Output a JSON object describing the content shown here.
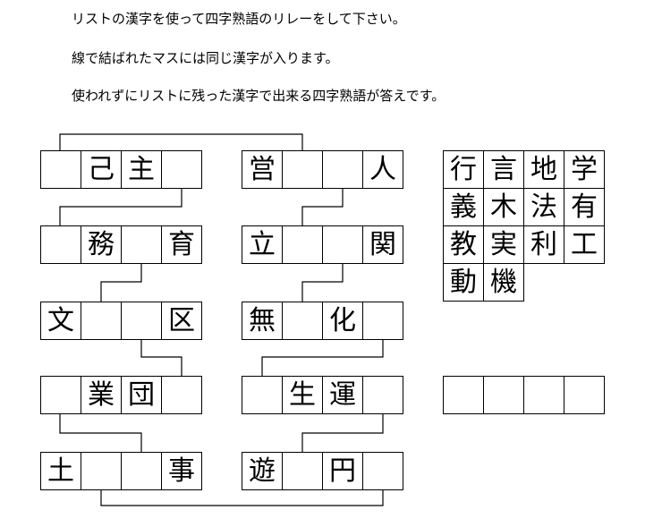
{
  "instructions": [
    "リストの漢字を使って四字熟語のリレーをして下さい。",
    "線で結ばれたマスには同じ漢字が入ります。",
    "使われずにリストに残った漢字で出来る四字熟語が答えです。"
  ],
  "puzzle": {
    "left_column": [
      [
        "",
        "己",
        "主",
        ""
      ],
      [
        "",
        "務",
        "",
        "育"
      ],
      [
        "文",
        "",
        "",
        "区"
      ],
      [
        "",
        "業",
        "団",
        ""
      ],
      [
        "土",
        "",
        "",
        "事"
      ]
    ],
    "right_column": [
      [
        "営",
        "",
        "",
        "人"
      ],
      [
        "立",
        "",
        "",
        "関"
      ],
      [
        "無",
        "",
        "化",
        ""
      ],
      [
        "",
        "生",
        "運",
        ""
      ],
      [
        "遊",
        "",
        "円",
        ""
      ]
    ]
  },
  "kanji_list": [
    "行",
    "言",
    "地",
    "学",
    "義",
    "木",
    "法",
    "有",
    "教",
    "実",
    "利",
    "工",
    "動",
    "機"
  ],
  "answer": [
    "",
    "",
    "",
    ""
  ]
}
